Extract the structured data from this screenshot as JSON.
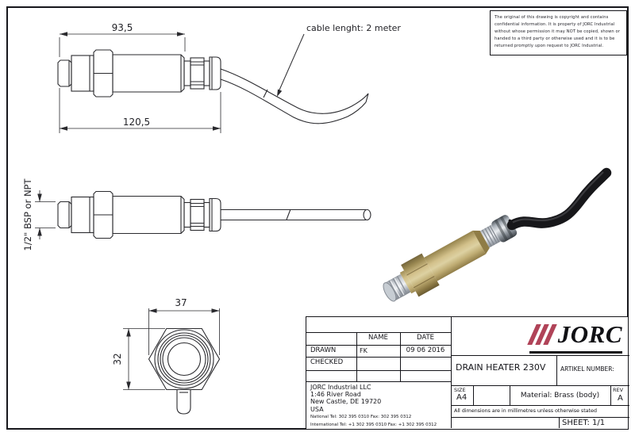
{
  "annotations": {
    "cable_note": "cable lenght: 2 meter",
    "thread_label": "1/2\" BSP or NPT"
  },
  "dimensions": {
    "body_length": "93,5",
    "total_length": "120,5",
    "hex_across_corners": "37",
    "hex_across_flats": "32"
  },
  "copyright": {
    "lines": [
      "The original of this drawing is copyright and contains",
      "confidential information. It is property of JORC Industrial",
      "without whose permission it may NOT be copied, shown or",
      "handed to a third party or otherwise used and it is to be",
      "returned promptly upon request to JORC Industrial."
    ]
  },
  "title_block": {
    "name_header": "NAME",
    "date_header": "DATE",
    "drawn_label": "DRAWN",
    "drawn_name": "FK",
    "drawn_date": "09 06 2016",
    "checked_label": "CHECKED",
    "title": "DRAIN HEATER 230V",
    "artikel_label": "ARTIKEL NUMBER:",
    "size_label": "SIZE",
    "size_value": "A4",
    "material": "Material: Brass (body)",
    "rev_label": "REV",
    "rev_value": "A",
    "dimensions_note": "All dimensions are in millimetres unless otherwise stated",
    "sheet_label": "SHEET: 1/1",
    "logo_text": "JORC",
    "company": {
      "name": "JORC Industrial LLC",
      "street": "1:46 River Road",
      "city": "New Castle, DE 19720",
      "country": "USA",
      "tel_national": "National Tel: 302 395 0310 Fax: 302 395 0312",
      "tel_international": "International Tel: +1 302 395 0310 Fax: +1 302 395 0312"
    }
  },
  "colors": {
    "line": "#26262a",
    "logo_red": "#b04358",
    "brass_body": "#c8b77f",
    "steel": "#c6cbd1",
    "cable_black": "#17171a"
  }
}
